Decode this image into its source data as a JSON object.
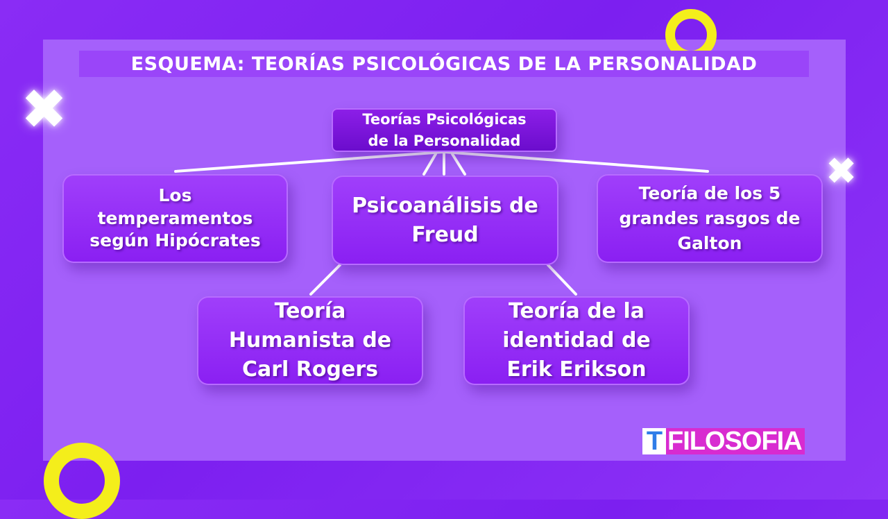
{
  "title": "ESQUEMA: TEORÍAS PSICOLÓGICAS DE LA PERSONALIDAD",
  "diagram": {
    "root": {
      "lines": [
        "Teorías Psicológicas",
        "de la Personalidad"
      ]
    },
    "level1": [
      {
        "lines": [
          "Los",
          "temperamentos",
          "según Hipócrates"
        ]
      },
      {
        "lines": [
          "Psicoanálisis de",
          "Freud"
        ]
      },
      {
        "lines": [
          "Teoría de los 5",
          "grandes rasgos de",
          "Galton"
        ]
      }
    ],
    "level2": [
      {
        "lines": [
          "Teoría",
          "Humanista de",
          "Carl Rogers"
        ]
      },
      {
        "lines": [
          "Teoría de la",
          "identidad de",
          "Erik Erikson"
        ]
      }
    ]
  },
  "logo": {
    "letter": "T",
    "text": "FILOSOFIA"
  },
  "colors": {
    "background": "#8a2cf5",
    "panel": "#a560fb",
    "node": "#9a3af8",
    "accent_ring": "#f4ee1b",
    "logo_magenta": "#d82bd0",
    "logo_blue": "#2f7de8"
  }
}
